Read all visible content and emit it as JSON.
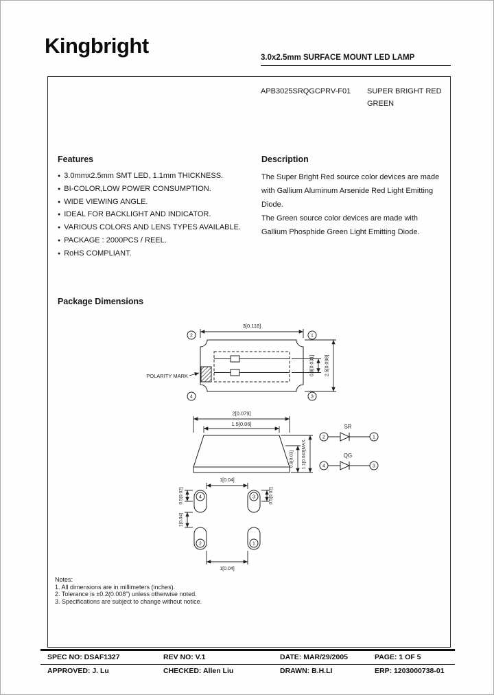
{
  "header": {
    "logo": "Kingbright",
    "title": "3.0x2.5mm SURFACE MOUNT LED LAMP"
  },
  "part": {
    "number": "APB3025SRQGCPRV-F01",
    "color_line1": "SUPER BRIGHT RED",
    "color_line2": "GREEN"
  },
  "features": {
    "heading": "Features",
    "bullet": "●",
    "items": [
      "3.0mmx2.5mm SMT LED, 1.1mm THICKNESS.",
      "BI-COLOR,LOW POWER CONSUMPTION.",
      "WIDE VIEWING ANGLE.",
      "IDEAL FOR BACKLIGHT AND INDICATOR.",
      "VARIOUS COLORS AND LENS TYPES AVAILABLE.",
      "PACKAGE : 2000PCS / REEL.",
      "RoHS COMPLIANT."
    ]
  },
  "description": {
    "heading": "Description",
    "para1": "The Super Bright Red source color devices are made with Gallium Aluminum Arsenide Red Light Emitting Diode.",
    "para2": "The Green source color devices are made with Gallium Phosphide Green Light Emitting Diode."
  },
  "drawings": {
    "heading": "Package Dimensions",
    "polarity_label": "POLARITY MARK",
    "top_view": {
      "width": "3[0.118]",
      "pitch": "0.8[0.031]",
      "height": "2.5[0.098]"
    },
    "side_view": {
      "width": "2[0.079]",
      "top_width": "1.5[0.06]",
      "height": "1.1[0.043]MAX.",
      "base": "0.8[0.03]"
    },
    "bottom_view": {
      "top_gap": "1[0.04]",
      "left_small": "0.5[0.02]",
      "left_gap": "1[0.04]",
      "bottom_gap": "1[0.04]",
      "right_small": "0.5[0.02]"
    },
    "circuit": {
      "sr": "SR",
      "qg": "QG"
    },
    "pins": {
      "p1": "1",
      "p2": "2",
      "p3": "3",
      "p4": "4"
    }
  },
  "notes": {
    "heading": "Notes:",
    "items": [
      "1. All dimensions are in millimeters (inches).",
      "2. Tolerance is ±0.2(0.008\") unless otherwise noted.",
      "3. Specifications are subject to change without notice."
    ]
  },
  "footer": {
    "spec_no": "SPEC NO: DSAF1327",
    "rev_no": "REV NO: V.1",
    "date": "DATE: MAR/29/2005",
    "page": "PAGE: 1 OF 5",
    "approved": "APPROVED: J. Lu",
    "checked": "CHECKED: Allen Liu",
    "drawn": "DRAWN: B.H.LI",
    "erp": "ERP: 1203000738-01"
  }
}
